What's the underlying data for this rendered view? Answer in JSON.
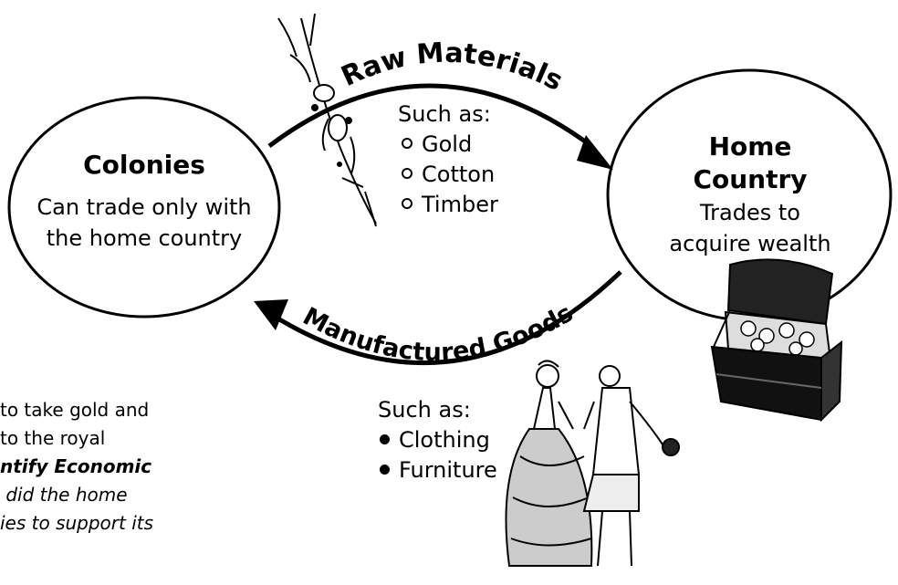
{
  "diagram": {
    "colonies": {
      "title": "Colonies",
      "description": [
        "Can trade only with",
        "the home country"
      ]
    },
    "home_country": {
      "title": [
        "Home",
        "Country"
      ],
      "description": [
        "Trades to",
        "acquire wealth"
      ]
    },
    "raw_materials": {
      "label": "Raw Materials",
      "such_as": "Such as:",
      "items": [
        "Gold",
        "Cotton",
        "Timber"
      ]
    },
    "manufactured_goods": {
      "label": "Manufactured Goods",
      "such_as": "Such as:",
      "items": [
        "Clothing",
        "Furniture"
      ]
    },
    "side_text": {
      "lines": [
        "to take gold and",
        "to the royal",
        "ntify Economic",
        " did the home",
        "ies to support its"
      ]
    }
  }
}
